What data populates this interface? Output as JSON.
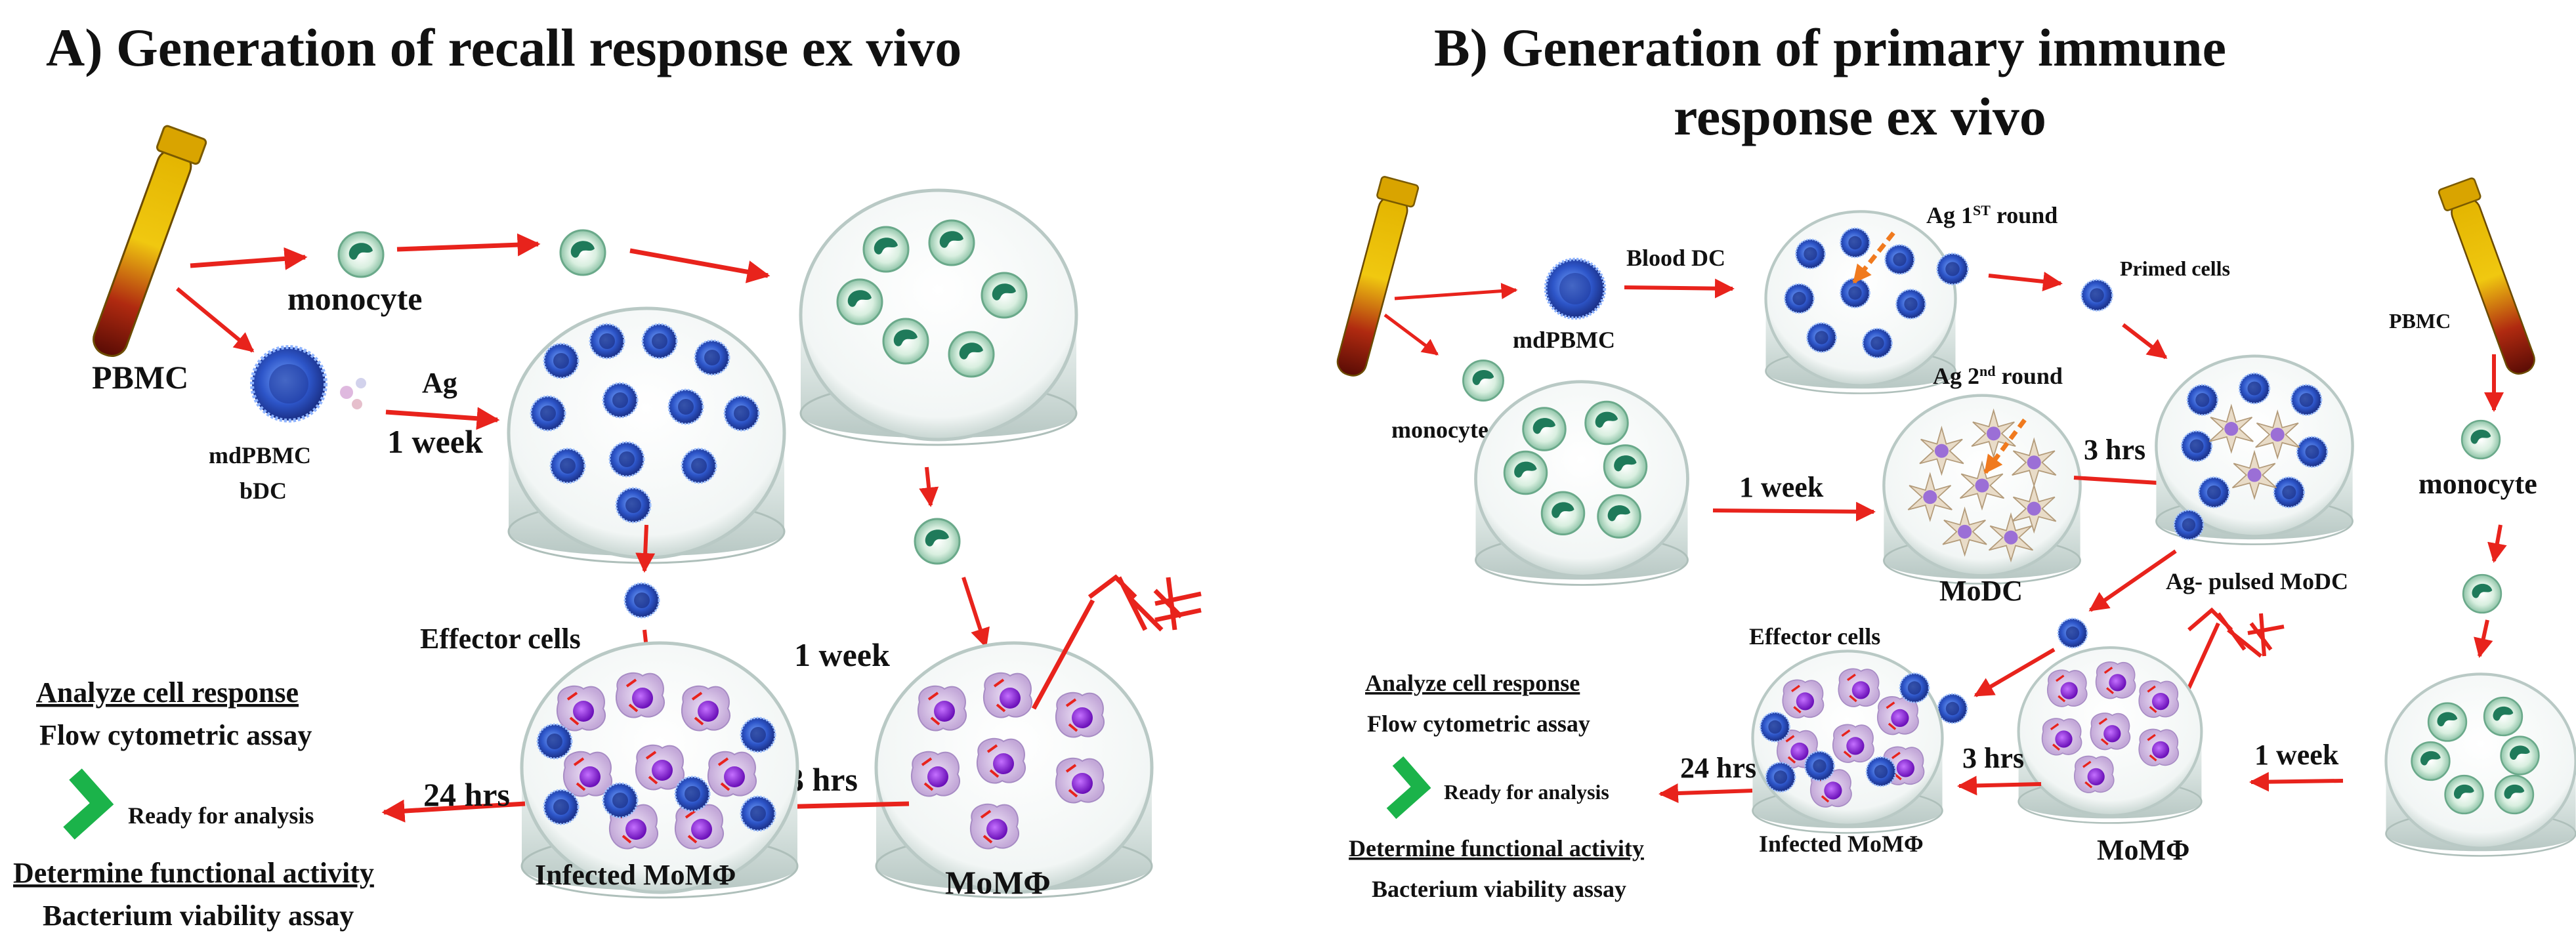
{
  "panel_a": {
    "title": "A) Generation of recall response ex vivo",
    "pbmc": "PBMC",
    "monocyte": "monocyte",
    "mdpbmc": "mdPBMC",
    "bdc": "bDC",
    "ag": "Ag",
    "week1": "1 week",
    "week2": "1 week",
    "effector": "Effector cells",
    "infected": "Infected MoMΦ",
    "momphi": "MoMΦ",
    "hrs3": "3 hrs",
    "hrs24": "24 hrs",
    "analyze": "Analyze cell response",
    "flow": "Flow cytometric assay",
    "ready": "Ready  for analysis",
    "determine": "Determine functional activity",
    "viability": "Bacterium viability assay"
  },
  "panel_b": {
    "title_line1": "B) Generation of primary immune",
    "title_line2": "response ex vivo",
    "mdpbmc": "mdPBMC",
    "blood_dc": "Blood DC",
    "monocyte": "monocyte",
    "ag1_base": "Ag  1",
    "ag1_sup": "ST",
    "ag1_tail": " round",
    "primed": "Primed cells",
    "pbmc": "PBMC",
    "monocyte_right": "monocyte",
    "ag2_base": "Ag  2",
    "ag2_sup": "nd",
    "ag2_tail": " round",
    "week1": "1 week",
    "hrs3_top": "3 hrs",
    "modc": "MoDC",
    "ag_pulsed": "Ag- pulsed MoDC",
    "effector": "Effector cells",
    "analyze": "Analyze cell response",
    "flow": "Flow cytometric assay",
    "ready": "Ready  for analysis",
    "hrs24": "24 hrs",
    "hrs3": "3 hrs",
    "week_right": "1 week",
    "infected": "Infected MoMΦ",
    "momphi": "MoMΦ",
    "determine": "Determine functional activity",
    "viability": "Bacterium viability assay"
  },
  "colors": {
    "arrow": "#e8231c",
    "orange_arrow": "#f07a1e",
    "check": "#1bb34a",
    "cell_blue": "#3a5fd0",
    "monocyte_green": "#1f7a5a",
    "dish_rim": "#c9d6d2",
    "purple": "#8a1de0"
  }
}
